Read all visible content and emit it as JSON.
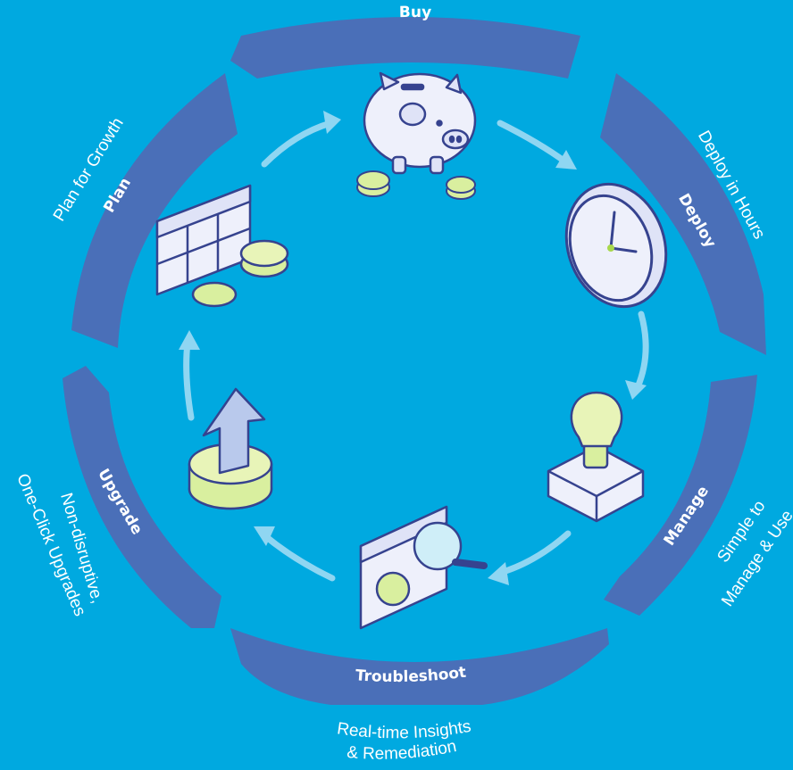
{
  "colors": {
    "background": "#00a9e0",
    "ring": "#4a6fb8",
    "ring_dark": "#3d5ea3",
    "arrow": "#8fd6f2",
    "coin": "#d9ef9f",
    "icon_line": "#36438f",
    "icon_face": "#eef0fb",
    "text": "#ffffff"
  },
  "stages": [
    {
      "key": "buy",
      "label": "Buy",
      "description": [],
      "icon": "piggy-bank-icon"
    },
    {
      "key": "deploy",
      "label": "Deploy",
      "description": [
        "Deploy in Hours"
      ],
      "icon": "clock-icon"
    },
    {
      "key": "manage",
      "label": "Manage",
      "description": [
        "Simple to",
        "Manage & Use"
      ],
      "icon": "lightbulb-icon"
    },
    {
      "key": "troubleshoot",
      "label": "Troubleshoot",
      "description": [
        "Real-time Insights",
        "& Remediation"
      ],
      "icon": "magnifier-chart-icon"
    },
    {
      "key": "upgrade",
      "label": "Upgrade",
      "description": [
        "Non-disruptive,",
        "One-Click Upgrades"
      ],
      "icon": "upgrade-arrow-icon"
    },
    {
      "key": "plan",
      "label": "Plan",
      "description": [
        "Plan for Growth"
      ],
      "icon": "calendar-coins-icon"
    }
  ]
}
